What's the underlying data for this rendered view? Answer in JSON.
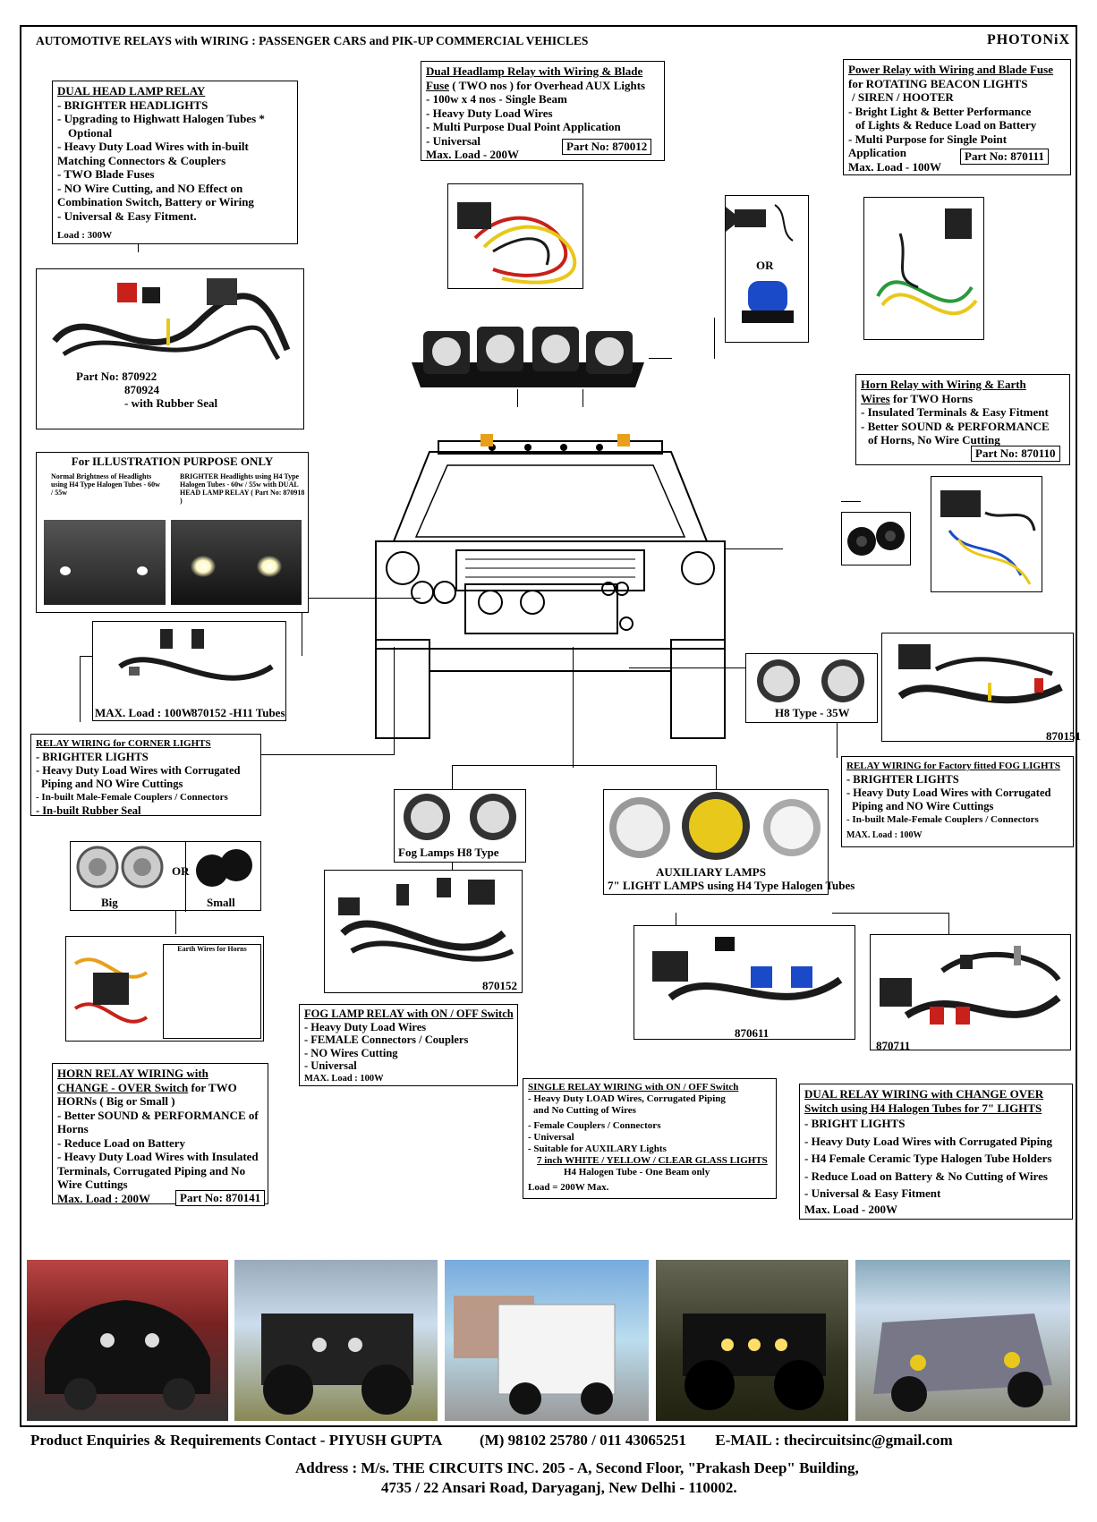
{
  "header": {
    "title": "AUTOMOTIVE RELAYS with WIRING : PASSENGER CARS and PIK-UP COMMERCIAL VEHICLES",
    "brand": "PHOTONiX"
  },
  "dual_head_lamp": {
    "title": "DUAL HEAD LAMP RELAY",
    "lines": [
      "- BRIGHTER HEADLIGHTS",
      "- Upgrading to Highwatt Halogen Tubes *",
      "Optional",
      "- Heavy Duty Load Wires with in-built",
      "Matching Connectors & Couplers",
      "- TWO Blade Fuses",
      "- NO Wire Cutting, and NO Effect on",
      "Combination Switch, Battery or Wiring",
      "- Universal & Easy Fitment."
    ],
    "load": "Load : 300W",
    "part_lines": [
      "Part No: 870922",
      "870924",
      "- with Rubber Seal"
    ]
  },
  "illustration": {
    "title": "For ILLUSTRATION PURPOSE ONLY",
    "left_caption": "Normal Brightness of Headlights using H4 Type Halogen Tubes - 60w / 55w",
    "right_caption": "BRIGHTER Headlights using H4 Type Halogen Tubes - 60w / 55w with DUAL HEAD LAMP RELAY ( Part No: 870918 )"
  },
  "overhead": {
    "title1": "Dual Headlamp Relay with Wiring & Blade",
    "title2": "Fuse",
    "title2_rest": " ( TWO nos ) for Overhead AUX Lights",
    "lines": [
      "- 100w x 4 nos - Single Beam",
      "- Heavy Duty Load Wires",
      "- Multi Purpose Dual Point Application",
      "- Universal"
    ],
    "load": "Max. Load - 200W",
    "part": "Part No: 870012"
  },
  "beacon": {
    "title": "Power Relay with Wiring and Blade Fuse",
    "lines": [
      "for ROTATING BEACON LIGHTS",
      "/ SIREN / HOOTER",
      "- Bright Light & Better Performance",
      "of Lights & Reduce Load on Battery",
      "- Multi Purpose for Single Point",
      "Application"
    ],
    "load": "Max. Load - 100W",
    "part": "Part No: 870111",
    "or": "OR"
  },
  "horn_earth": {
    "title": "Horn Relay with Wiring & Earth",
    "title2": "Wires",
    "title2_rest": " for TWO Horns",
    "lines": [
      "- Insulated Terminals & Easy Fitment",
      "- Better SOUND & PERFORMANCE",
      "of Horns, No Wire Cutting"
    ],
    "part": "Part No: 870110"
  },
  "corner": {
    "max_load": "MAX. Load : 100W",
    "part": "870152",
    "tube": "-H11 Tubes",
    "title": "RELAY WIRING for CORNER LIGHTS",
    "lines": [
      "- BRIGHTER LIGHTS",
      "- Heavy Duty Load Wires with Corrugated",
      "Piping and NO Wire Cuttings",
      "- In-built Male-Female Couplers / Connectors",
      "- In-built Rubber Seal"
    ]
  },
  "fog_factory": {
    "h8": "H8 Type - 35W",
    "part": "870151",
    "title": "RELAY WIRING for Factory fitted FOG LIGHTS",
    "lines": [
      "- BRIGHTER LIGHTS",
      "- Heavy Duty Load Wires with Corrugated",
      "Piping and NO Wire Cuttings",
      "- In-built Male-Female Couplers / Connectors"
    ],
    "load": "MAX. Load : 100W"
  },
  "horns": {
    "big": "Big",
    "small": "Small",
    "or": "OR",
    "earth": "Earth Wires for Horns",
    "title1": "HORN RELAY WIRING with",
    "title2": "CHANGE - OVER Switch",
    "title2_rest": " for TWO",
    "lines": [
      "HORNs ( Big or Small )",
      "- Better SOUND & PERFORMANCE of",
      "Horns",
      "- Reduce Load on Battery",
      "- Heavy Duty Load Wires with Insulated",
      "Terminals, Corrugated Piping and No",
      "Wire Cuttings"
    ],
    "load": "Max. Load : 200W",
    "part": "Part No: 870141"
  },
  "fog_switch": {
    "fog_label": "Fog Lamps  H8 Type",
    "part": "870152",
    "title": "FOG LAMP RELAY with ON / OFF Switch",
    "lines": [
      "- Heavy Duty Load Wires",
      "- FEMALE Connectors / Couplers",
      "- NO Wires Cutting",
      "- Universal"
    ],
    "load": "MAX. Load : 100W"
  },
  "aux": {
    "label1": "AUXILIARY LAMPS",
    "label2": "7\" LIGHT LAMPS using H4 Type Halogen Tubes",
    "part": "870611",
    "title": "SINGLE RELAY WIRING with ON / OFF Switch",
    "lines": [
      "- Heavy Duty LOAD Wires, Corrugated Piping",
      "and No Cutting of Wires",
      "- Female Couplers / Connectors",
      "- Universal",
      "- Suitable for AUXILARY Lights"
    ],
    "line_u": "7 inch WHITE / YELLOW / CLEAR GLASS LIGHTS",
    "line_last": "H4 Halogen Tube - One Beam only",
    "load": "Load = 200W Max."
  },
  "dual_change": {
    "part": "870711",
    "title1": "DUAL RELAY WIRING with CHANGE OVER",
    "title2": "Switch using H4 Halogen Tubes for 7\" LIGHTS",
    "lines": [
      "- BRIGHT LIGHTS",
      "- Heavy Duty Load Wires with Corrugated Piping",
      "- H4 Female Ceramic Type  Halogen Tube Holders",
      "- Reduce Load on Battery & No Cutting of Wires",
      "- Universal & Easy Fitment"
    ],
    "load": "Max. Load - 200W"
  },
  "footer": {
    "contact": "Product Enquiries & Requirements Contact  -  PIYUSH GUPTA",
    "phone": "(M) 98102 25780 / 011 43065251",
    "email": "E-MAIL : thecircuitsinc@gmail.com",
    "address1": "Address  :  M/s. THE CIRCUITS INC. 205 - A, Second Floor, \"Prakash  Deep\" Building,",
    "address2": "4735 / 22 Ansari Road, Daryaganj,  New Delhi - 110002."
  },
  "colors": {
    "wire_black": "#1a1a1a",
    "wire_yellow": "#e8c81a",
    "wire_red": "#c8201a",
    "wire_green": "#2a9a3a",
    "wire_blue": "#1a4ac8",
    "amber": "#e8a01a"
  }
}
